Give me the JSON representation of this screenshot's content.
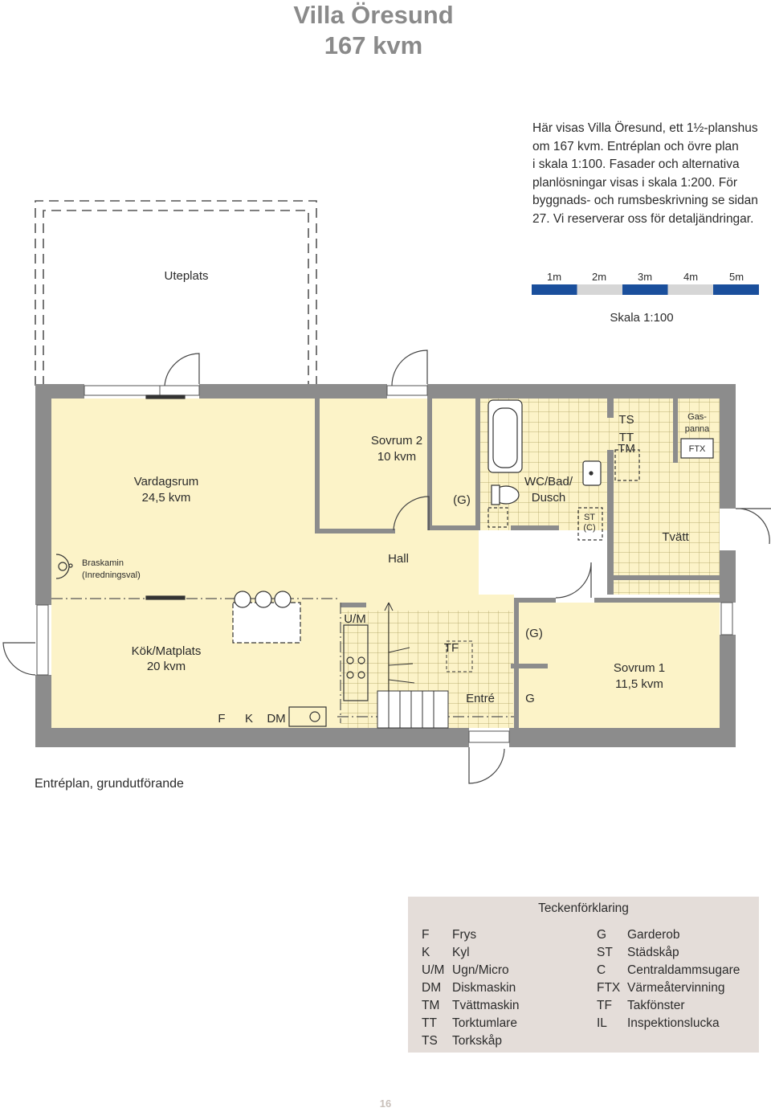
{
  "title": {
    "line1": "Villa Öresund",
    "line2": "167 kvm"
  },
  "intro": [
    "Här visas Villa Öresund, ett 1½-planshus",
    "om 167 kvm. Entréplan och övre plan",
    "i skala 1:100. Fasader och alternativa",
    "planlösningar visas i skala 1:200. För",
    "byggnads- och rumsbeskrivning se sidan",
    "27. Vi reserverar oss för detaljändringar."
  ],
  "scale": {
    "ticks": [
      "1m",
      "2m",
      "3m",
      "4m",
      "5m"
    ],
    "label": "Skala 1:100",
    "colors": {
      "dark": "#1a4f9c",
      "light": "#d6d6d6"
    }
  },
  "rooms": {
    "uteplats": "Uteplats",
    "vardagsrum": "Vardagsrum",
    "vardagsrum_area": "24,5 kvm",
    "sovrum2": "Sovrum 2",
    "sovrum2_area": "10 kvm",
    "g1": "(G)",
    "wc1": "WC/Bad/",
    "wc2": "Dusch",
    "ts": "TS",
    "tt": "TT",
    "tm": "TM",
    "gas1": "Gas-",
    "gas2": "panna",
    "ftx": "FTX",
    "st": "ST",
    "c": "(C)",
    "tvatt": "Tvätt",
    "braskamin1": "Braskamin",
    "braskamin2": "(Inredningsval)",
    "hall": "Hall",
    "um": "U/M",
    "kok": "Kök/Matplats",
    "kok_area": "20 kvm",
    "tf": "TF",
    "g2": "(G)",
    "sovrum1": "Sovrum 1",
    "sovrum1_area": "11,5 kvm",
    "entre": "Entré",
    "g3": "G",
    "f": "F",
    "k": "K",
    "dm": "DM"
  },
  "caption": "Entréplan, grundutförande",
  "legend": {
    "title": "Teckenförklaring",
    "left": [
      {
        "abbr": "F",
        "text": "Frys"
      },
      {
        "abbr": "K",
        "text": "Kyl"
      },
      {
        "abbr": "U/M",
        "text": "Ugn/Micro"
      },
      {
        "abbr": "DM",
        "text": "Diskmaskin"
      },
      {
        "abbr": "TM",
        "text": "Tvättmaskin"
      },
      {
        "abbr": "TT",
        "text": "Torktumlare"
      },
      {
        "abbr": "TS",
        "text": "Torkskåp"
      }
    ],
    "right": [
      {
        "abbr": "G",
        "text": "Garderob"
      },
      {
        "abbr": "ST",
        "text": "Städskåp"
      },
      {
        "abbr": "C",
        "text": "Centraldammsugare"
      },
      {
        "abbr": "FTX",
        "text": "Värmeåtervinning"
      },
      {
        "abbr": "TF",
        "text": "Takfönster"
      },
      {
        "abbr": "IL",
        "text": "Inspektionslucka"
      }
    ]
  },
  "page_number": "16",
  "colors": {
    "wall": "#8c8c8c",
    "floor": "#fcf3c8",
    "tile_line": "#a89a5a",
    "title": "#8a8a8a"
  }
}
